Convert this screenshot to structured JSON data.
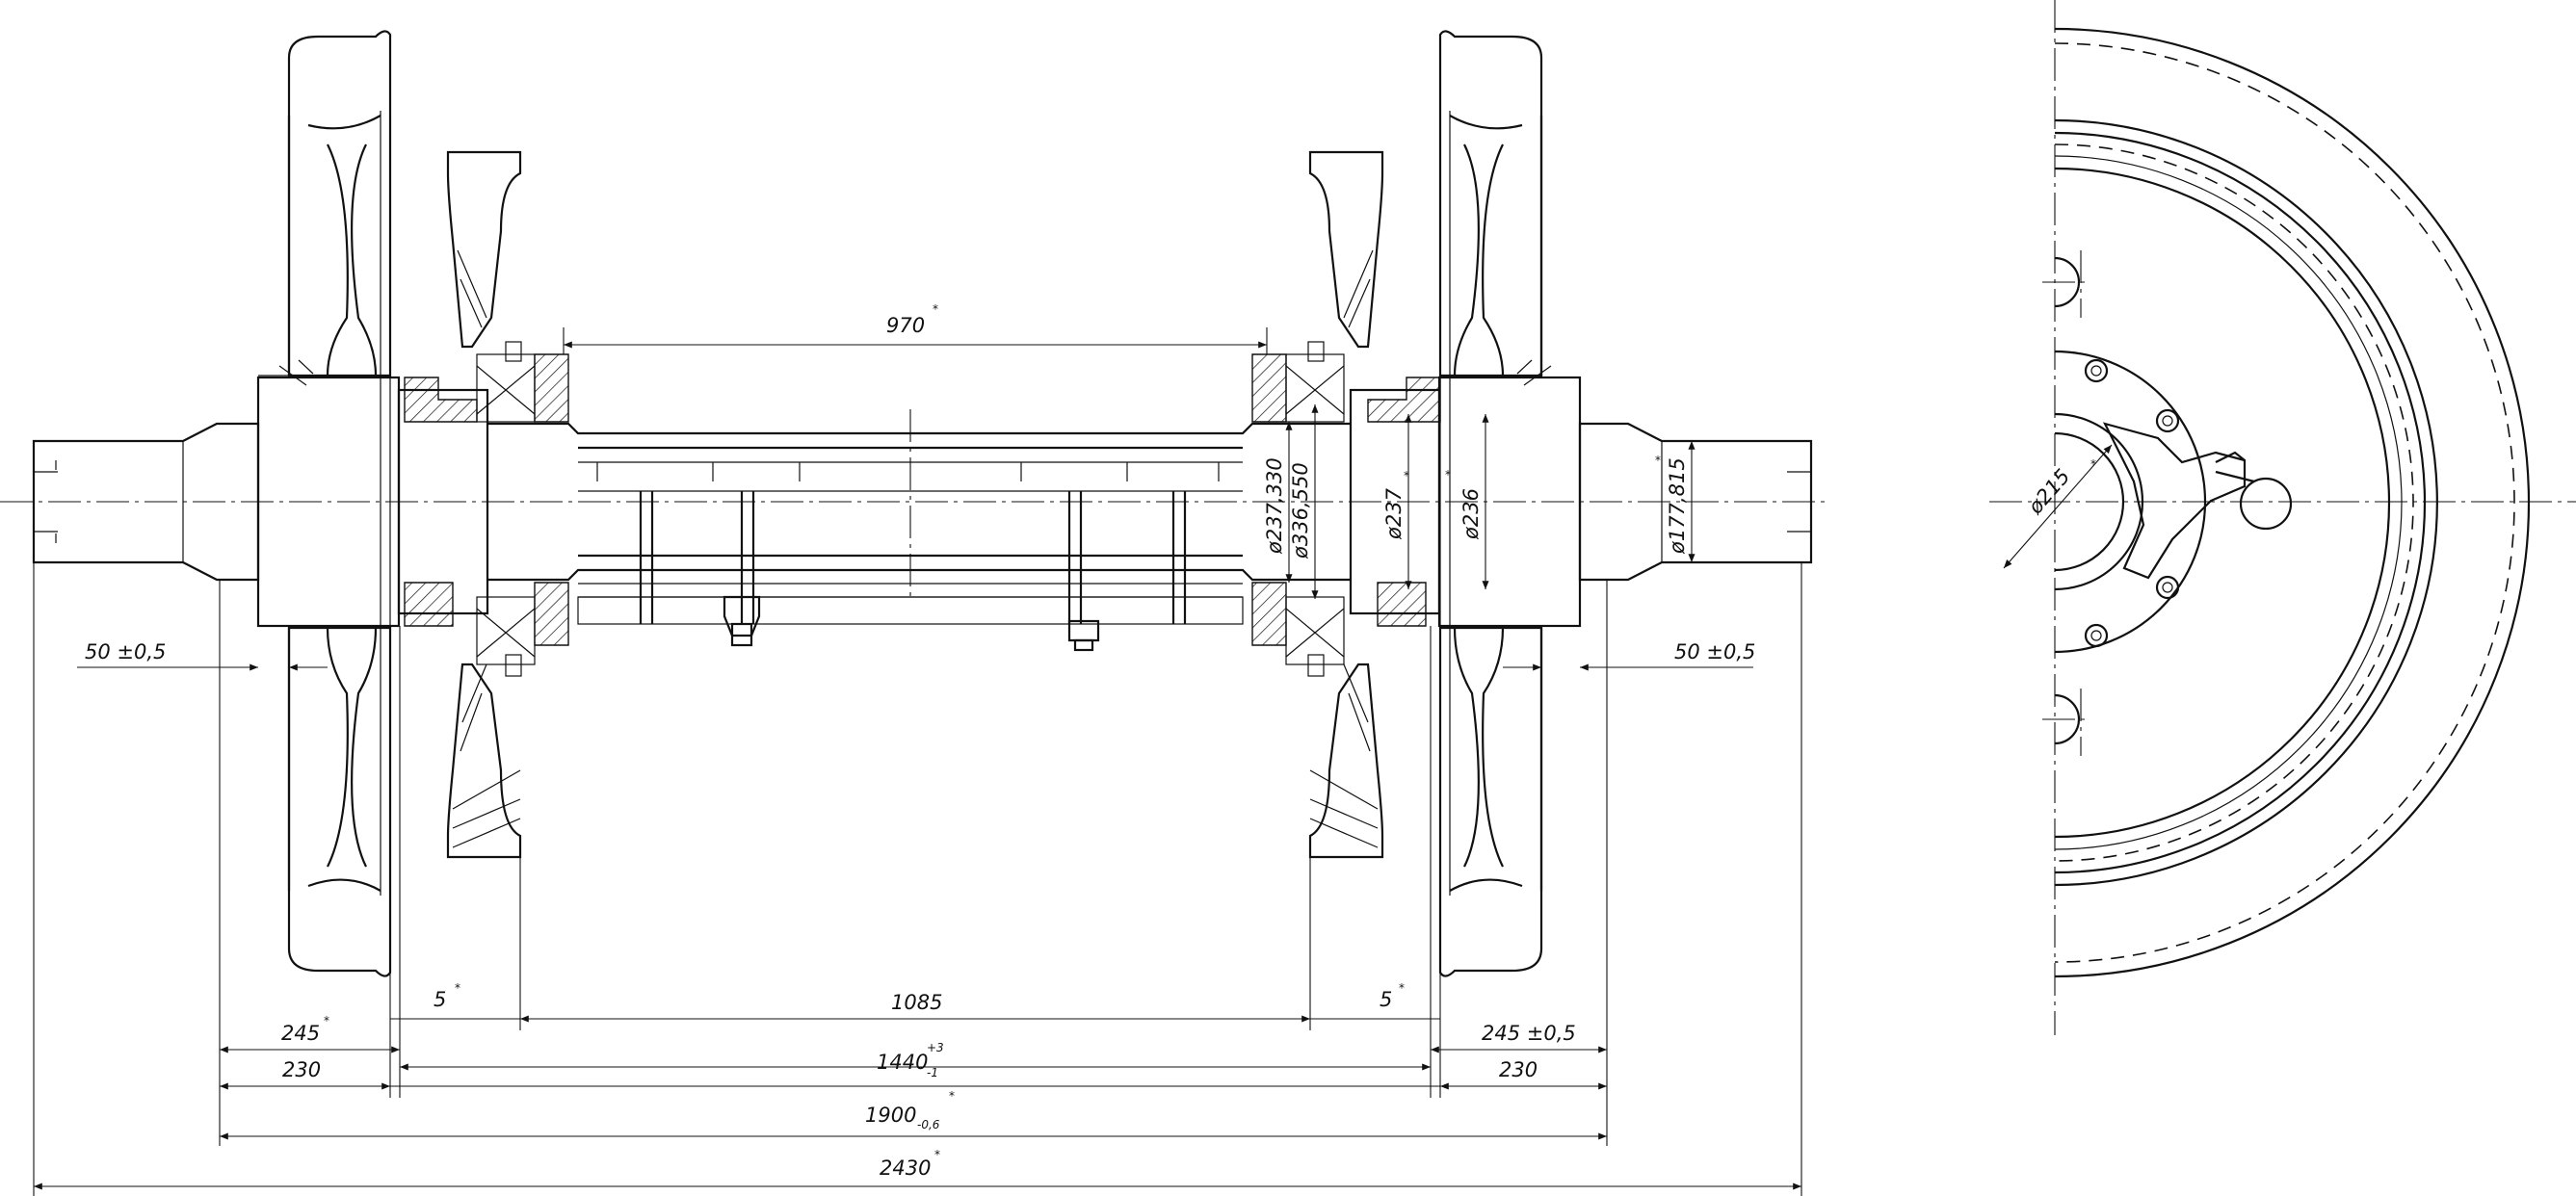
{
  "drawing": {
    "dimensions": {
      "d970": "970",
      "d1085": "1085",
      "d1440": "1440",
      "d1440_tol_upper": "+3",
      "d1440_tol_lower": "-1",
      "d1900": "1900",
      "d1900_tol": "-0,6",
      "d2430": "2430",
      "d245_left": "245",
      "d230_left": "230",
      "d245_right": "245 ±0,5",
      "d230_right": "230",
      "d5_left": "5",
      "d5_right": "5",
      "d50_left": "50 ±0,5",
      "d50_right": "50 ±0,5",
      "dia_237_330": "ø237,330",
      "dia_336_550": "ø336,550",
      "dia_237": "ø237",
      "dia_236": "ø236",
      "dia_177_815": "ø177,815",
      "dia_215": "ø215"
    },
    "marks": {
      "asterisk": "*"
    }
  }
}
